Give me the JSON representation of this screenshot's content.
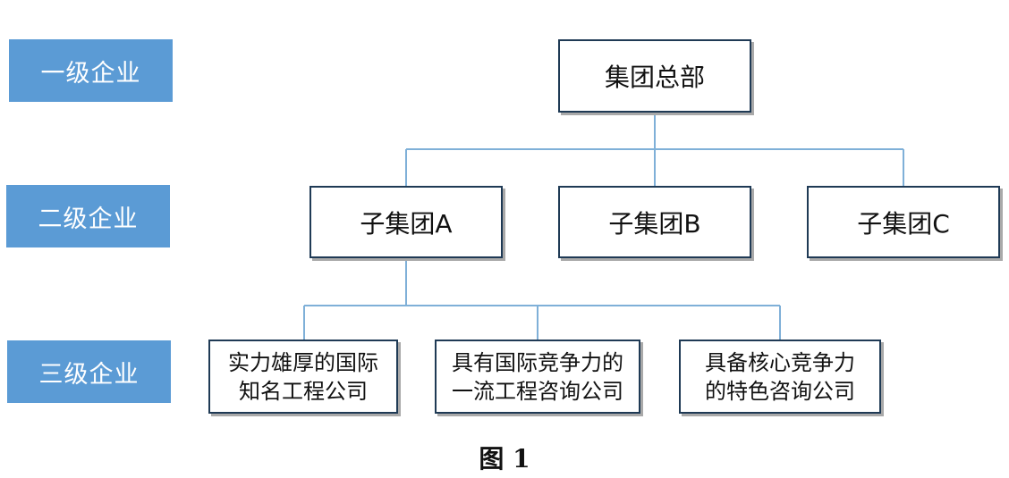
{
  "levels": [
    "一级企业",
    "二级企业",
    "三级企业"
  ],
  "root": "集团总部",
  "level2": [
    "子集团A",
    "子集团B",
    "子集团C"
  ],
  "level3": [
    [
      "实力雄厚的国际",
      "知名工程公司"
    ],
    [
      "具有国际竞争力的",
      "一流工程咨询公司"
    ],
    [
      "具备核心竞争力",
      "的特色咨询公司"
    ]
  ],
  "caption": "图 1",
  "colors": {
    "level_fill": "#5b9bd5",
    "connector": "#7fb0d8",
    "box_border": "#1f3a55"
  }
}
